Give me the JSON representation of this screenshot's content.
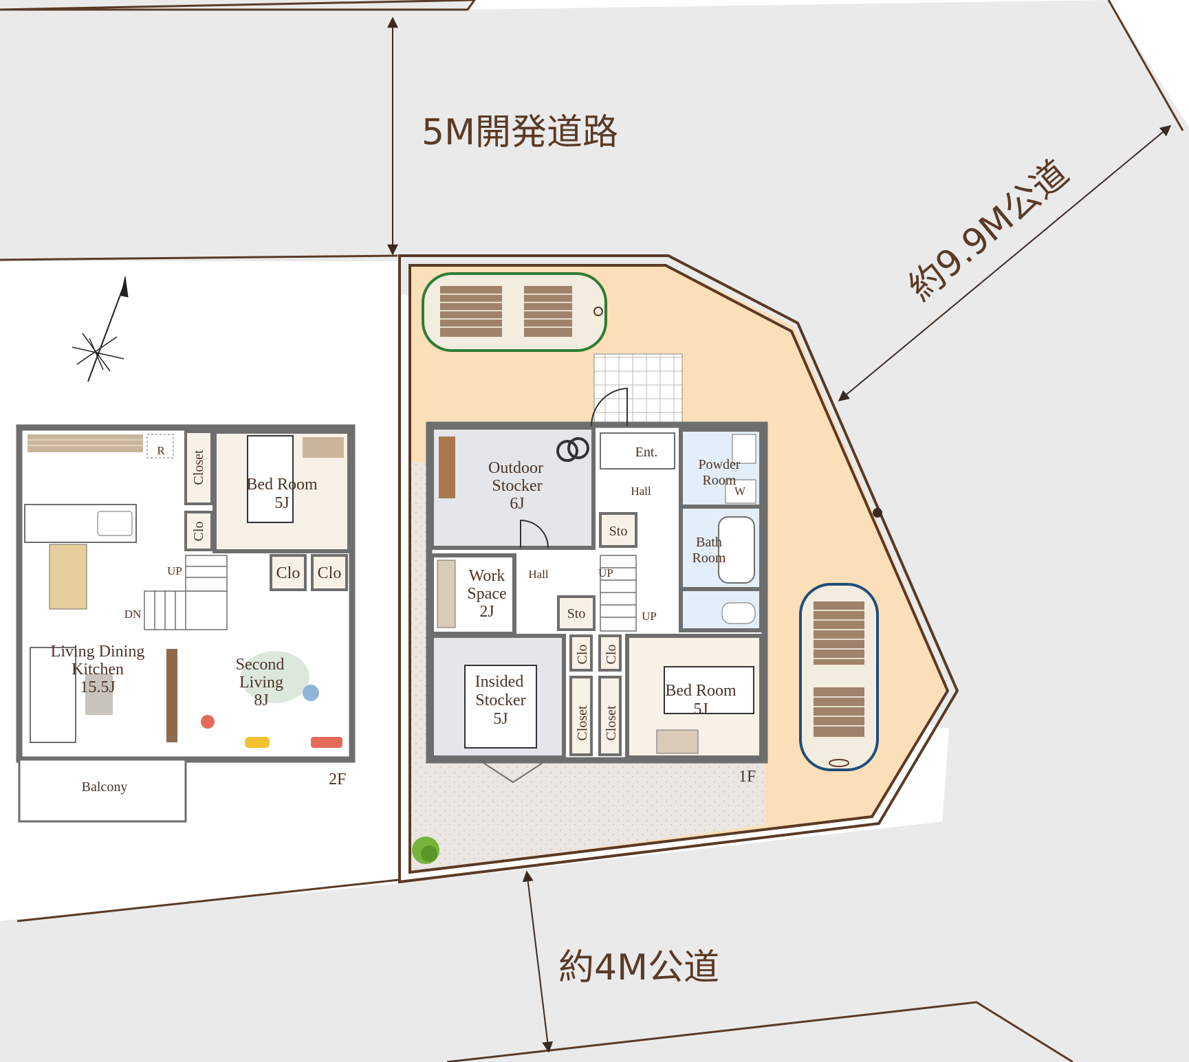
{
  "roads": {
    "north": "5M開発道路",
    "east": "約9.9M公道",
    "south": "約4M公道"
  },
  "floor_labels": {
    "first": "1F",
    "second": "2F"
  },
  "first_floor_rooms": {
    "outdoor_stocker": [
      "Outdoor",
      "Stocker",
      "6J"
    ],
    "entrance": "Ent.",
    "hall_upper": "Hall",
    "sto_upper": "Sto",
    "powder_room": [
      "Powder",
      "Room"
    ],
    "washer": "W",
    "bath_room": [
      "Bath",
      "Room"
    ],
    "work_space": [
      "Work",
      "Space",
      "2J"
    ],
    "hall_lower": "Hall",
    "sto_lower": "Sto",
    "up_left": "UP",
    "up_right": "UP",
    "insided_stocker": [
      "Insided",
      "Stocker",
      "5J"
    ],
    "clo_a": "Clo",
    "clo_b": "Clo",
    "closet_a": "Closet",
    "closet_b": "Closet",
    "bed_room": [
      "Bed Room",
      "5J"
    ]
  },
  "second_floor_rooms": {
    "fridge": "R",
    "closet": "Closet",
    "clo_side": "Clo",
    "bed_room": [
      "Bed Room",
      "5J"
    ],
    "up": "UP",
    "dn": "DN",
    "clo_a": "Clo",
    "clo_b": "Clo",
    "ldk": [
      "Living Dining",
      "Kitchen",
      "15.5J"
    ],
    "second_living": [
      "Second",
      "Living",
      "8J"
    ],
    "balcony": "Balcony"
  },
  "colors": {
    "ground": "#fbdfb9",
    "pavement": "#ebe7e3",
    "road": "#eaeaea",
    "wall": "#6e6e6e",
    "boundary": "#5a3a26",
    "wet_room": "#e4eef8",
    "storage": "#e5e6ea",
    "bedroom": "#f8f1e8"
  }
}
